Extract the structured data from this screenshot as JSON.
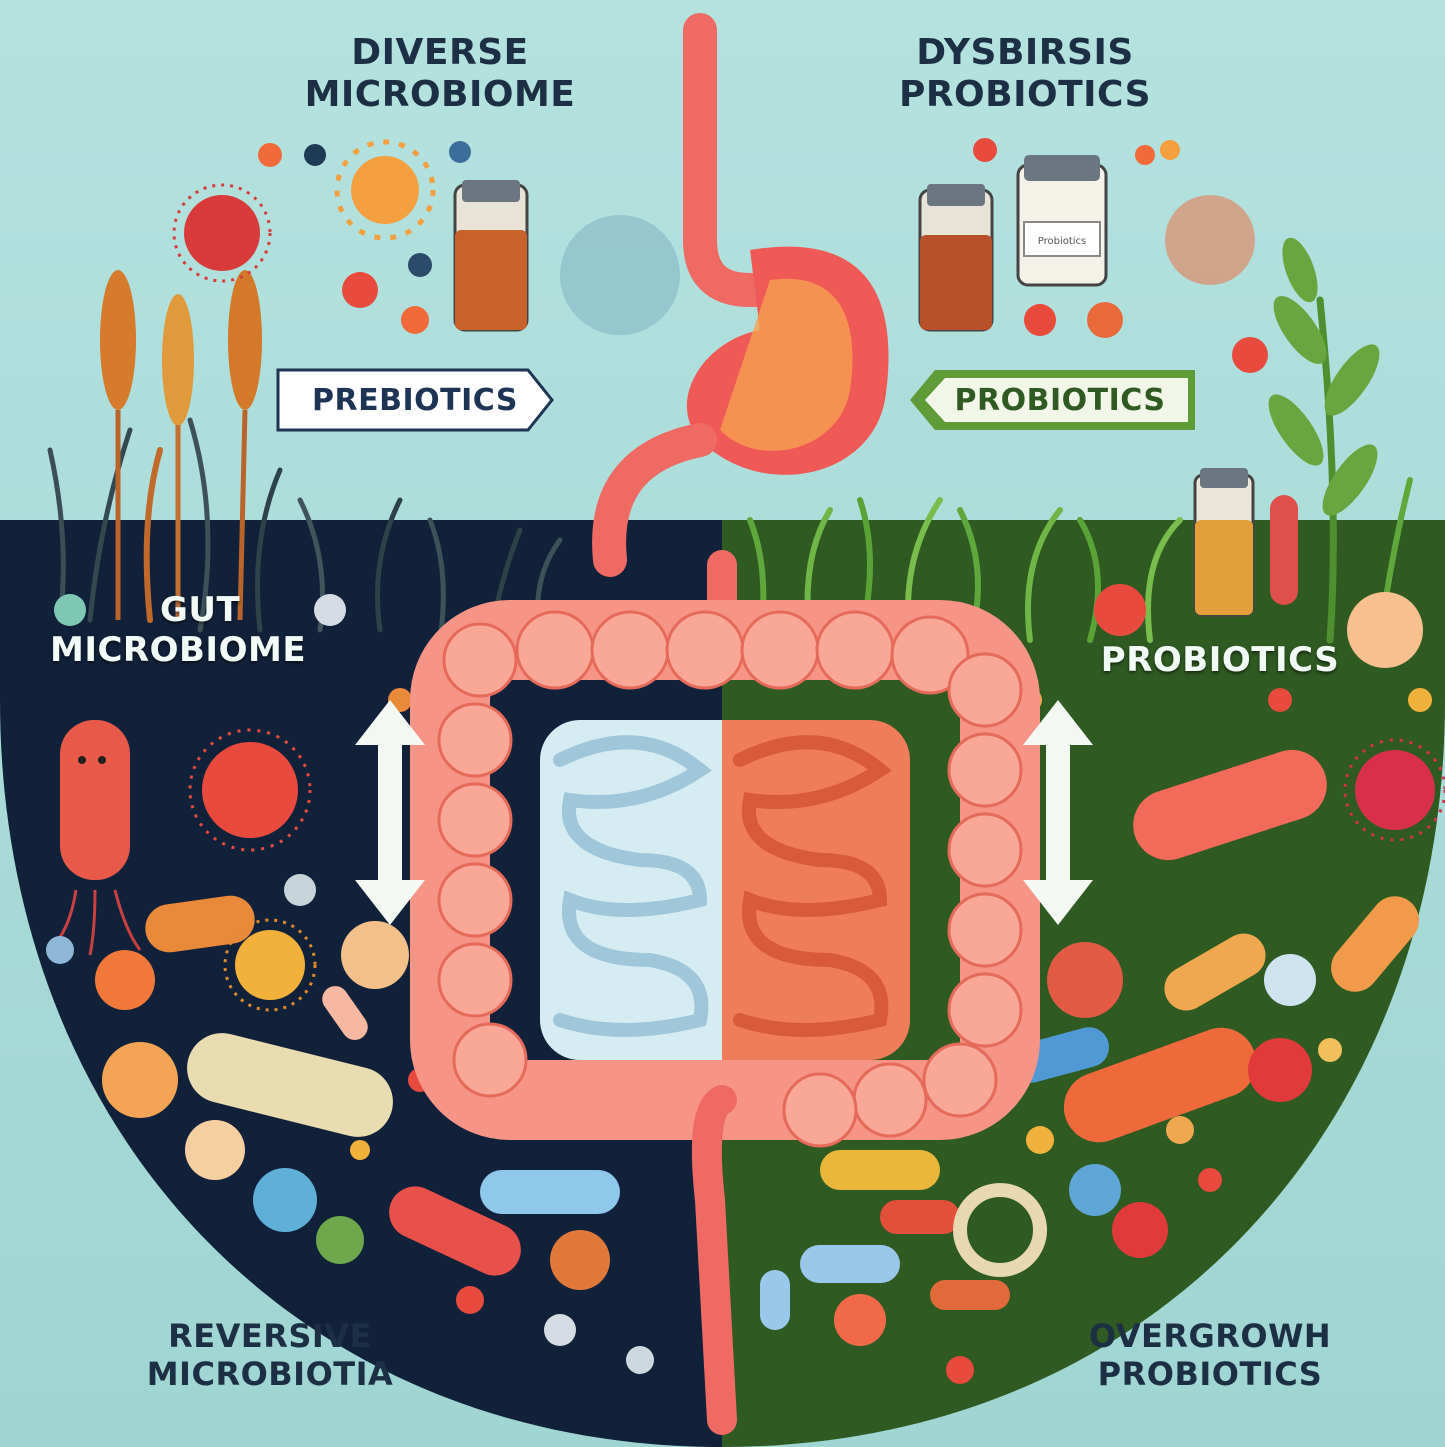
{
  "labels": {
    "top_left": [
      "DIVERSE",
      "MICROBIOME"
    ],
    "top_right": [
      "DYSBIRSIS",
      "PROBIOTICS"
    ],
    "mid_left": [
      "GUT",
      "MICROBIOME"
    ],
    "mid_right": "PROBIOTICS",
    "bottom_left": [
      "REVERSIVE",
      "MICROBIOTIA"
    ],
    "bottom_right": [
      "OVERGROWH",
      "PROBIOTICS"
    ]
  },
  "pills": {
    "left": "PREBIOTICS",
    "right": "PROBIOTICS"
  },
  "jar_label": "Probiotics",
  "colors": {
    "background": "#a9dcd9",
    "left_bowl": "#12213a",
    "right_bowl": "#2f5a22",
    "gut_tube": "#f06a64",
    "colon": "#f69486",
    "healthy_intestine": "#d6ecf3",
    "inflamed_intestine": "#ef7d59",
    "prebiotics_pill_text": "#1d3454",
    "probiotics_pill_bg": "#5f9b36"
  }
}
